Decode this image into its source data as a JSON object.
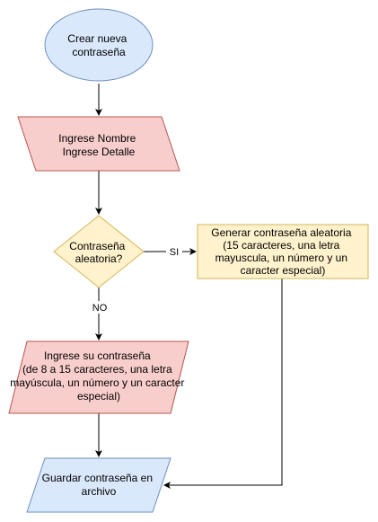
{
  "nodes": {
    "start": {
      "lines": [
        "Crear nueva",
        "contraseña"
      ],
      "fill": "#dae8fc",
      "stroke": "#6c8ebf"
    },
    "input_name": {
      "lines": [
        "Ingrese Nombre",
        "Ingrese Detalle"
      ],
      "fill": "#f8cecc",
      "stroke": "#b85450"
    },
    "decision": {
      "lines": [
        "Contraseña",
        "aleatoria?"
      ],
      "fill": "#fff2cc",
      "stroke": "#d6b656"
    },
    "generate": {
      "lines": [
        "Generar contraseña aleatoria",
        "(15 caracteres, una letra",
        "mayuscula, un número y un",
        "caracter especial)"
      ],
      "fill": "#fff2cc",
      "stroke": "#d6b656"
    },
    "manual": {
      "lines": [
        "Ingrese su contraseña",
        "(de 8 a 15 caracteres, una letra",
        "mayúscula, un número y un caracter",
        "especial)"
      ],
      "fill": "#f8cecc",
      "stroke": "#b85450"
    },
    "save": {
      "lines": [
        "Guardar contraseña en",
        "archivo"
      ],
      "fill": "#dae8fc",
      "stroke": "#6c8ebf"
    }
  },
  "edges": {
    "yes_label": "SI",
    "no_label": "NO"
  }
}
